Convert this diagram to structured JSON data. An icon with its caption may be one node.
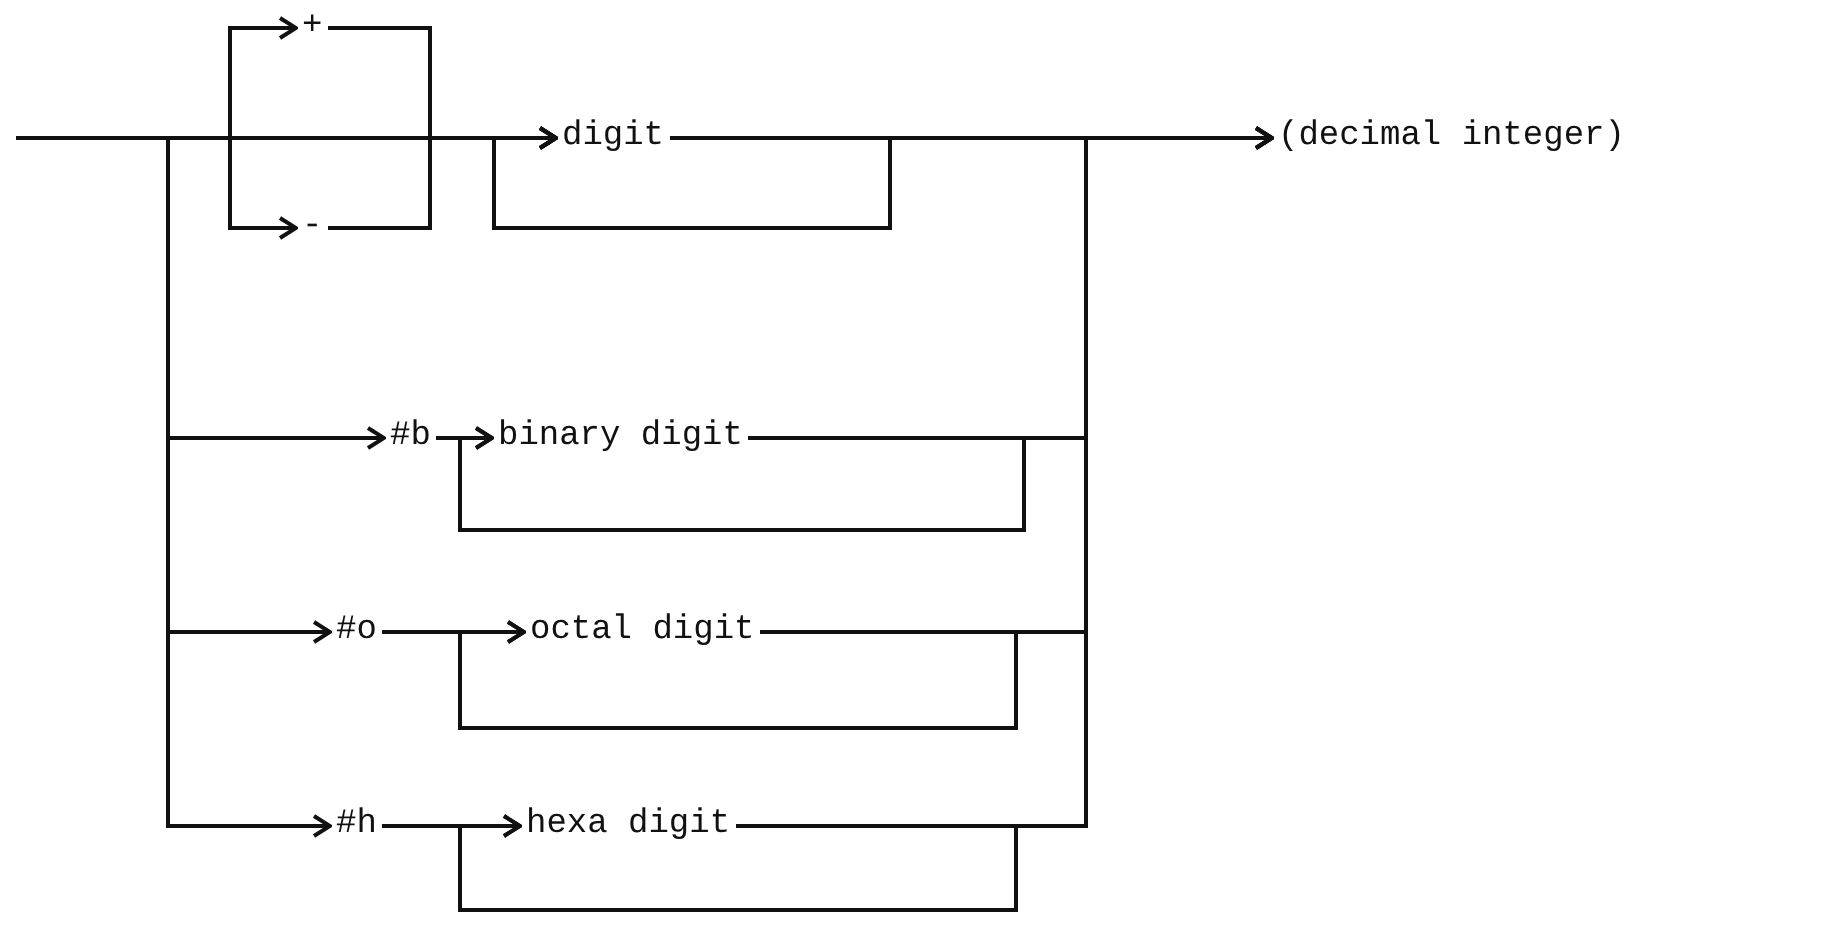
{
  "diagram": {
    "nodes": [
      {
        "text": [
          "+"
        ]
      },
      {
        "text": [
          "digit"
        ]
      },
      {
        "text": [
          "(decimal integer)"
        ]
      },
      {
        "text": [
          "-"
        ]
      },
      {
        "text": [
          "#b"
        ]
      },
      {
        "text": [
          "binary digit"
        ]
      },
      {
        "text": [
          "#o"
        ]
      },
      {
        "text": [
          "octal digit"
        ]
      },
      {
        "text": [
          "#h"
        ]
      },
      {
        "text": [
          "hexa digit"
        ]
      }
    ],
    "edges": [
      {
        "from": null,
        "to": 0,
        "arrow": "to"
      },
      {
        "from": null,
        "to": 3,
        "arrow": "to"
      },
      {
        "from": null,
        "to": 1,
        "arrow": "to"
      },
      {
        "from": 0,
        "to": 1,
        "arrow": "to"
      },
      {
        "from": 3,
        "to": 1,
        "arrow": "to"
      },
      {
        "from": 1,
        "to": 1,
        "arrow": "to"
      },
      {
        "from": 1,
        "to": 2,
        "arrow": "to"
      },
      {
        "from": null,
        "to": 4,
        "arrow": "to"
      },
      {
        "from": 4,
        "to": 5,
        "arrow": "to"
      },
      {
        "from": 5,
        "to": 5,
        "arrow": "to"
      },
      {
        "from": 5,
        "to": 2,
        "arrow": "to"
      },
      {
        "from": null,
        "to": 6,
        "arrow": "to"
      },
      {
        "from": 6,
        "to": 7,
        "arrow": "to"
      },
      {
        "from": 7,
        "to": 7,
        "arrow": "to"
      },
      {
        "from": 7,
        "to": 2,
        "arrow": "to"
      },
      {
        "from": null,
        "to": 8,
        "arrow": "to"
      },
      {
        "from": 8,
        "to": 9,
        "arrow": "to"
      },
      {
        "from": 9,
        "to": 9,
        "arrow": "to"
      },
      {
        "from": 9,
        "to": 2,
        "arrow": "to"
      }
    ]
  }
}
